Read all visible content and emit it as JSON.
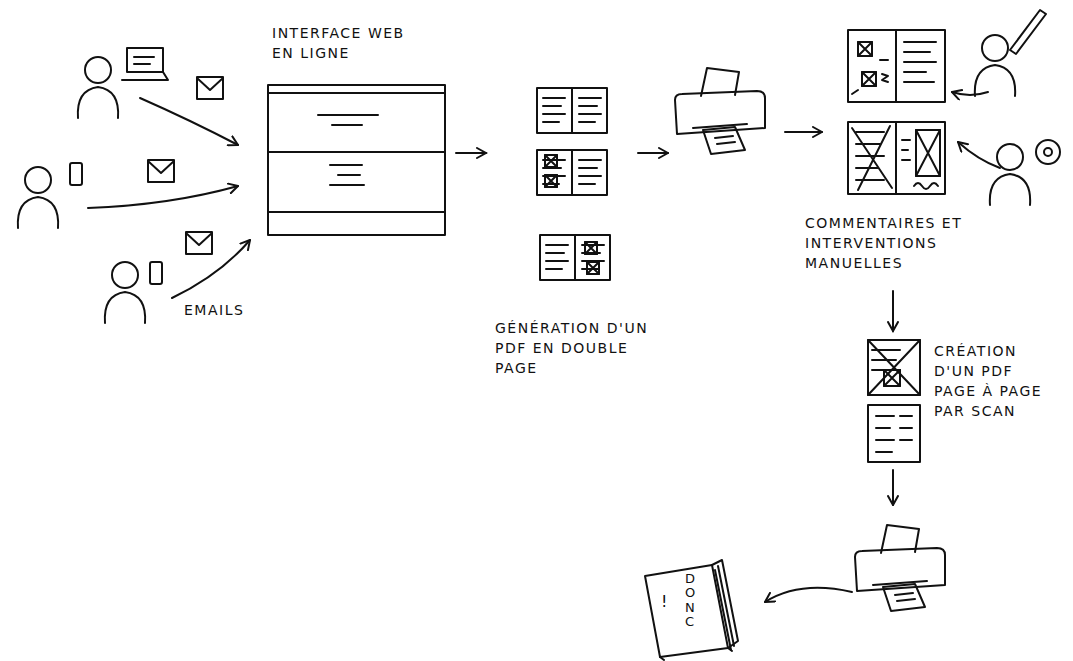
{
  "diagram": {
    "nodes": [
      {
        "text": [
          "INTERFACE WEB EN LIGNE"
        ]
      },
      {
        "text": [
          "GÉNÉRATION D'UN PDF EN DOUBLE PAGE"
        ]
      },
      {
        "text": [
          "COMMENTAIRES ET INTERVENTIONS MANUELLES"
        ]
      },
      {
        "text": [
          "CRÉATION D'UN PDF PAGE À PAGE PAR SCAN"
        ]
      },
      {
        "text": [
          "DONC",
          "!"
        ]
      }
    ],
    "edges": [
      {
        "from": 0,
        "to": 1,
        "arrow": "to"
      },
      {
        "from": 2,
        "to": 3,
        "arrow": "to"
      }
    ],
    "labels": [
      "EMAILS"
    ]
  }
}
